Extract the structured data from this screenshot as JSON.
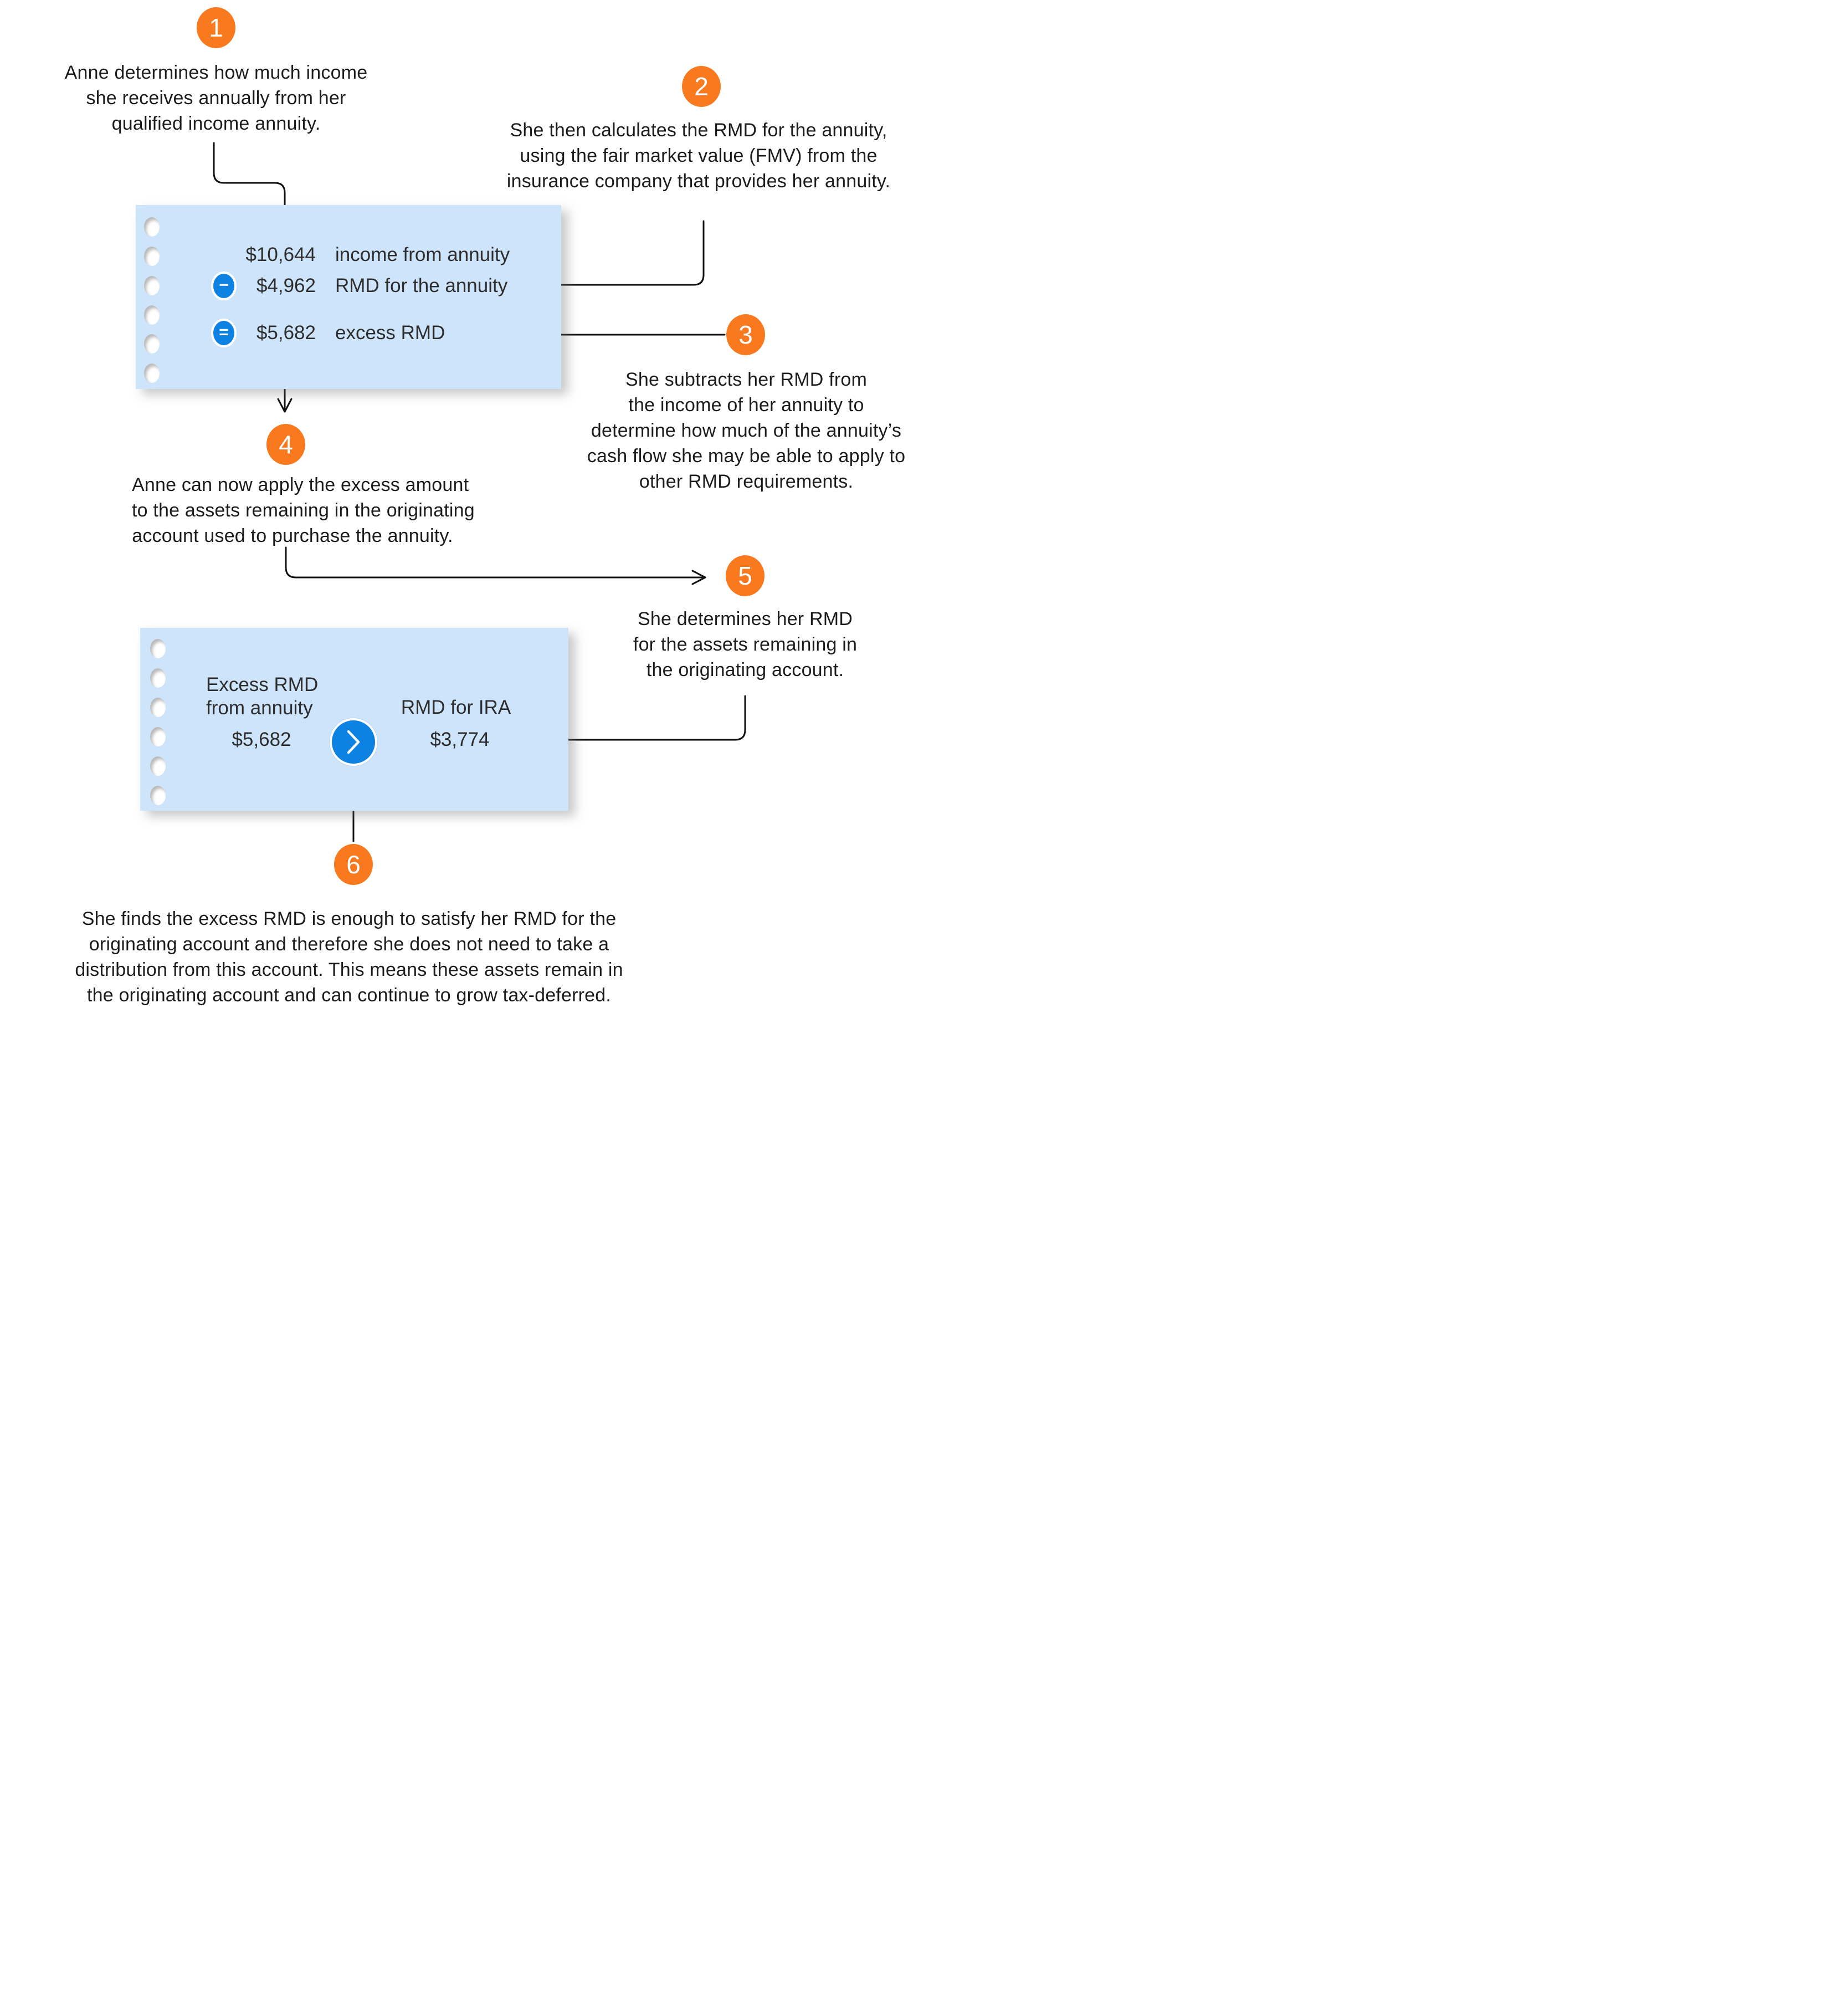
{
  "palette": {
    "step_marker_orange": "#F8791E",
    "card_blue": "#CDE4FA",
    "accent_blue": "#0E82E3",
    "connector_black": "#111111"
  },
  "steps": {
    "s1": {
      "num": "1",
      "lines": [
        "Anne determines how much income",
        "she receives annually from her",
        "qualified income annuity."
      ]
    },
    "s2": {
      "num": "2",
      "lines": [
        "She then calculates the RMD for the annuity,",
        "using the fair market value (FMV) from the",
        "insurance company that provides her annuity."
      ]
    },
    "s3": {
      "num": "3",
      "lines": [
        "She subtracts her RMD from",
        "the income of her annuity to",
        "determine how much of the annuity’s",
        "cash flow she may be able to apply to",
        "other RMD requirements."
      ]
    },
    "s4": {
      "num": "4",
      "lines": [
        "Anne can now apply the excess amount",
        "to the assets remaining in the originating",
        "account used to purchase the annuity."
      ]
    },
    "s5": {
      "num": "5",
      "lines": [
        "She determines her RMD",
        "for the assets remaining in",
        "the originating account."
      ]
    },
    "s6": {
      "num": "6",
      "lines": [
        "She finds the excess RMD is enough to satisfy her RMD for the",
        "originating account and therefore she does not need to take a",
        "distribution from this account. This means these assets remain in",
        "the originating account and can continue to grow tax-deferred."
      ]
    }
  },
  "card1": {
    "rows": [
      {
        "op": "",
        "value": "$10,644",
        "label": "income from annuity"
      },
      {
        "op": "−",
        "value": "$4,962",
        "label": "RMD for the annuity"
      },
      {
        "op": "=",
        "value": "$5,682",
        "label": "excess RMD"
      }
    ]
  },
  "card2": {
    "left_label_line1": "Excess RMD",
    "left_label_line2": "from annuity",
    "left_value": "$5,682",
    "right_label": "RMD for IRA",
    "right_value": "$3,774"
  }
}
